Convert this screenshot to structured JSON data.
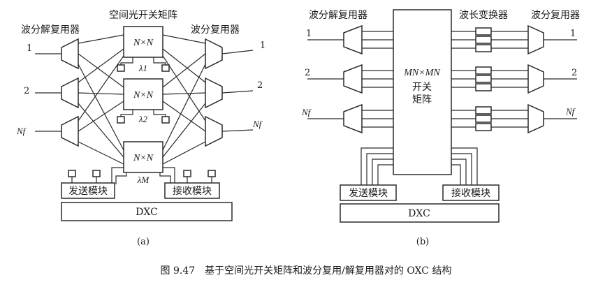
{
  "diagram_a": {
    "label": "(a)",
    "title_switch": "空间光开关矩阵",
    "title_demux": "波分解复用器",
    "title_mux": "波分复用器",
    "switch_label": "N×N",
    "wavelengths": [
      "λ1",
      "λ2",
      "λM"
    ],
    "in_ports": [
      "1",
      "2",
      "Nf"
    ],
    "out_ports": [
      "1",
      "2",
      "Nf"
    ],
    "tx_module": "发送模块",
    "rx_module": "接收模块",
    "dxc": "DXC"
  },
  "diagram_b": {
    "label": "(b)",
    "title_demux": "波分解复用器",
    "title_converter": "波长变换器",
    "title_mux": "波分复用器",
    "matrix_label": "MN×MN",
    "matrix_sub1": "开关",
    "matrix_sub2": "矩阵",
    "in_ports": [
      "1",
      "2",
      "Nf"
    ],
    "out_ports": [
      "1",
      "2",
      "Nf"
    ],
    "tx_module": "发送模块",
    "rx_module": "接收模块",
    "dxc": "DXC"
  },
  "caption": "图 9.47　基于空间光开关矩阵和波分复用/解复用器对的 OXC 结构"
}
